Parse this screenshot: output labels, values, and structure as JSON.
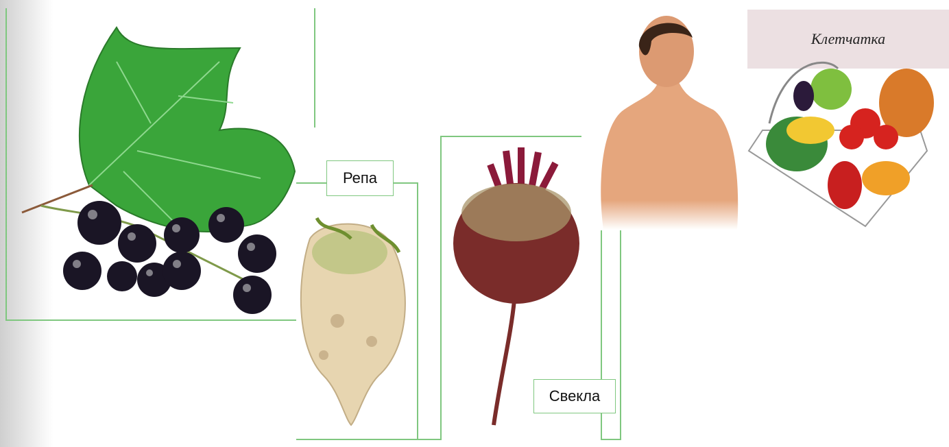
{
  "labels": {
    "turnip": "Репа",
    "beet": "Свекла",
    "fiber": "Клетчатка"
  },
  "images": [
    {
      "name": "currant-branch",
      "description_icon": "currant-icon"
    },
    {
      "name": "turnip",
      "description_icon": "turnip-icon"
    },
    {
      "name": "beet",
      "description_icon": "beet-icon"
    },
    {
      "name": "human-torso",
      "description_icon": "person-icon"
    },
    {
      "name": "vegetable-basket",
      "description_icon": "basket-icon"
    }
  ],
  "colors": {
    "frame_green": "#7fc77f",
    "fiber_banner": "#ece0e2",
    "leaf": "#3aa53a",
    "berry": "#1a1525",
    "turnip": "#e7d5b0",
    "beet": "#7a2c2a"
  }
}
